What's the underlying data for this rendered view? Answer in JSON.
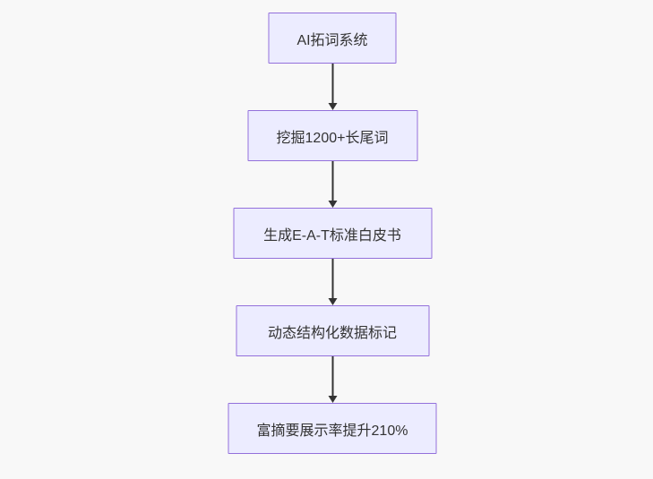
{
  "diagram": {
    "type": "flowchart-top-down",
    "colors": {
      "background": "#f8f8f8",
      "node_fill": "#ececff",
      "node_border": "#9370db",
      "node_text": "#333333",
      "arrow": "#333333"
    },
    "nodes": [
      {
        "id": "ai-keyword-system",
        "label": "AI拓词系统"
      },
      {
        "id": "longtail-mining",
        "label": "挖掘1200+长尾词"
      },
      {
        "id": "eat-whitepaper",
        "label": "生成E-A-T标准白皮书"
      },
      {
        "id": "structured-data-markup",
        "label": "动态结构化数据标记"
      },
      {
        "id": "rich-snippet-uplift",
        "label": "富摘要展示率提升210%"
      }
    ],
    "edges": [
      {
        "from": "ai-keyword-system",
        "to": "longtail-mining"
      },
      {
        "from": "longtail-mining",
        "to": "eat-whitepaper"
      },
      {
        "from": "eat-whitepaper",
        "to": "structured-data-markup"
      },
      {
        "from": "structured-data-markup",
        "to": "rich-snippet-uplift"
      }
    ]
  }
}
